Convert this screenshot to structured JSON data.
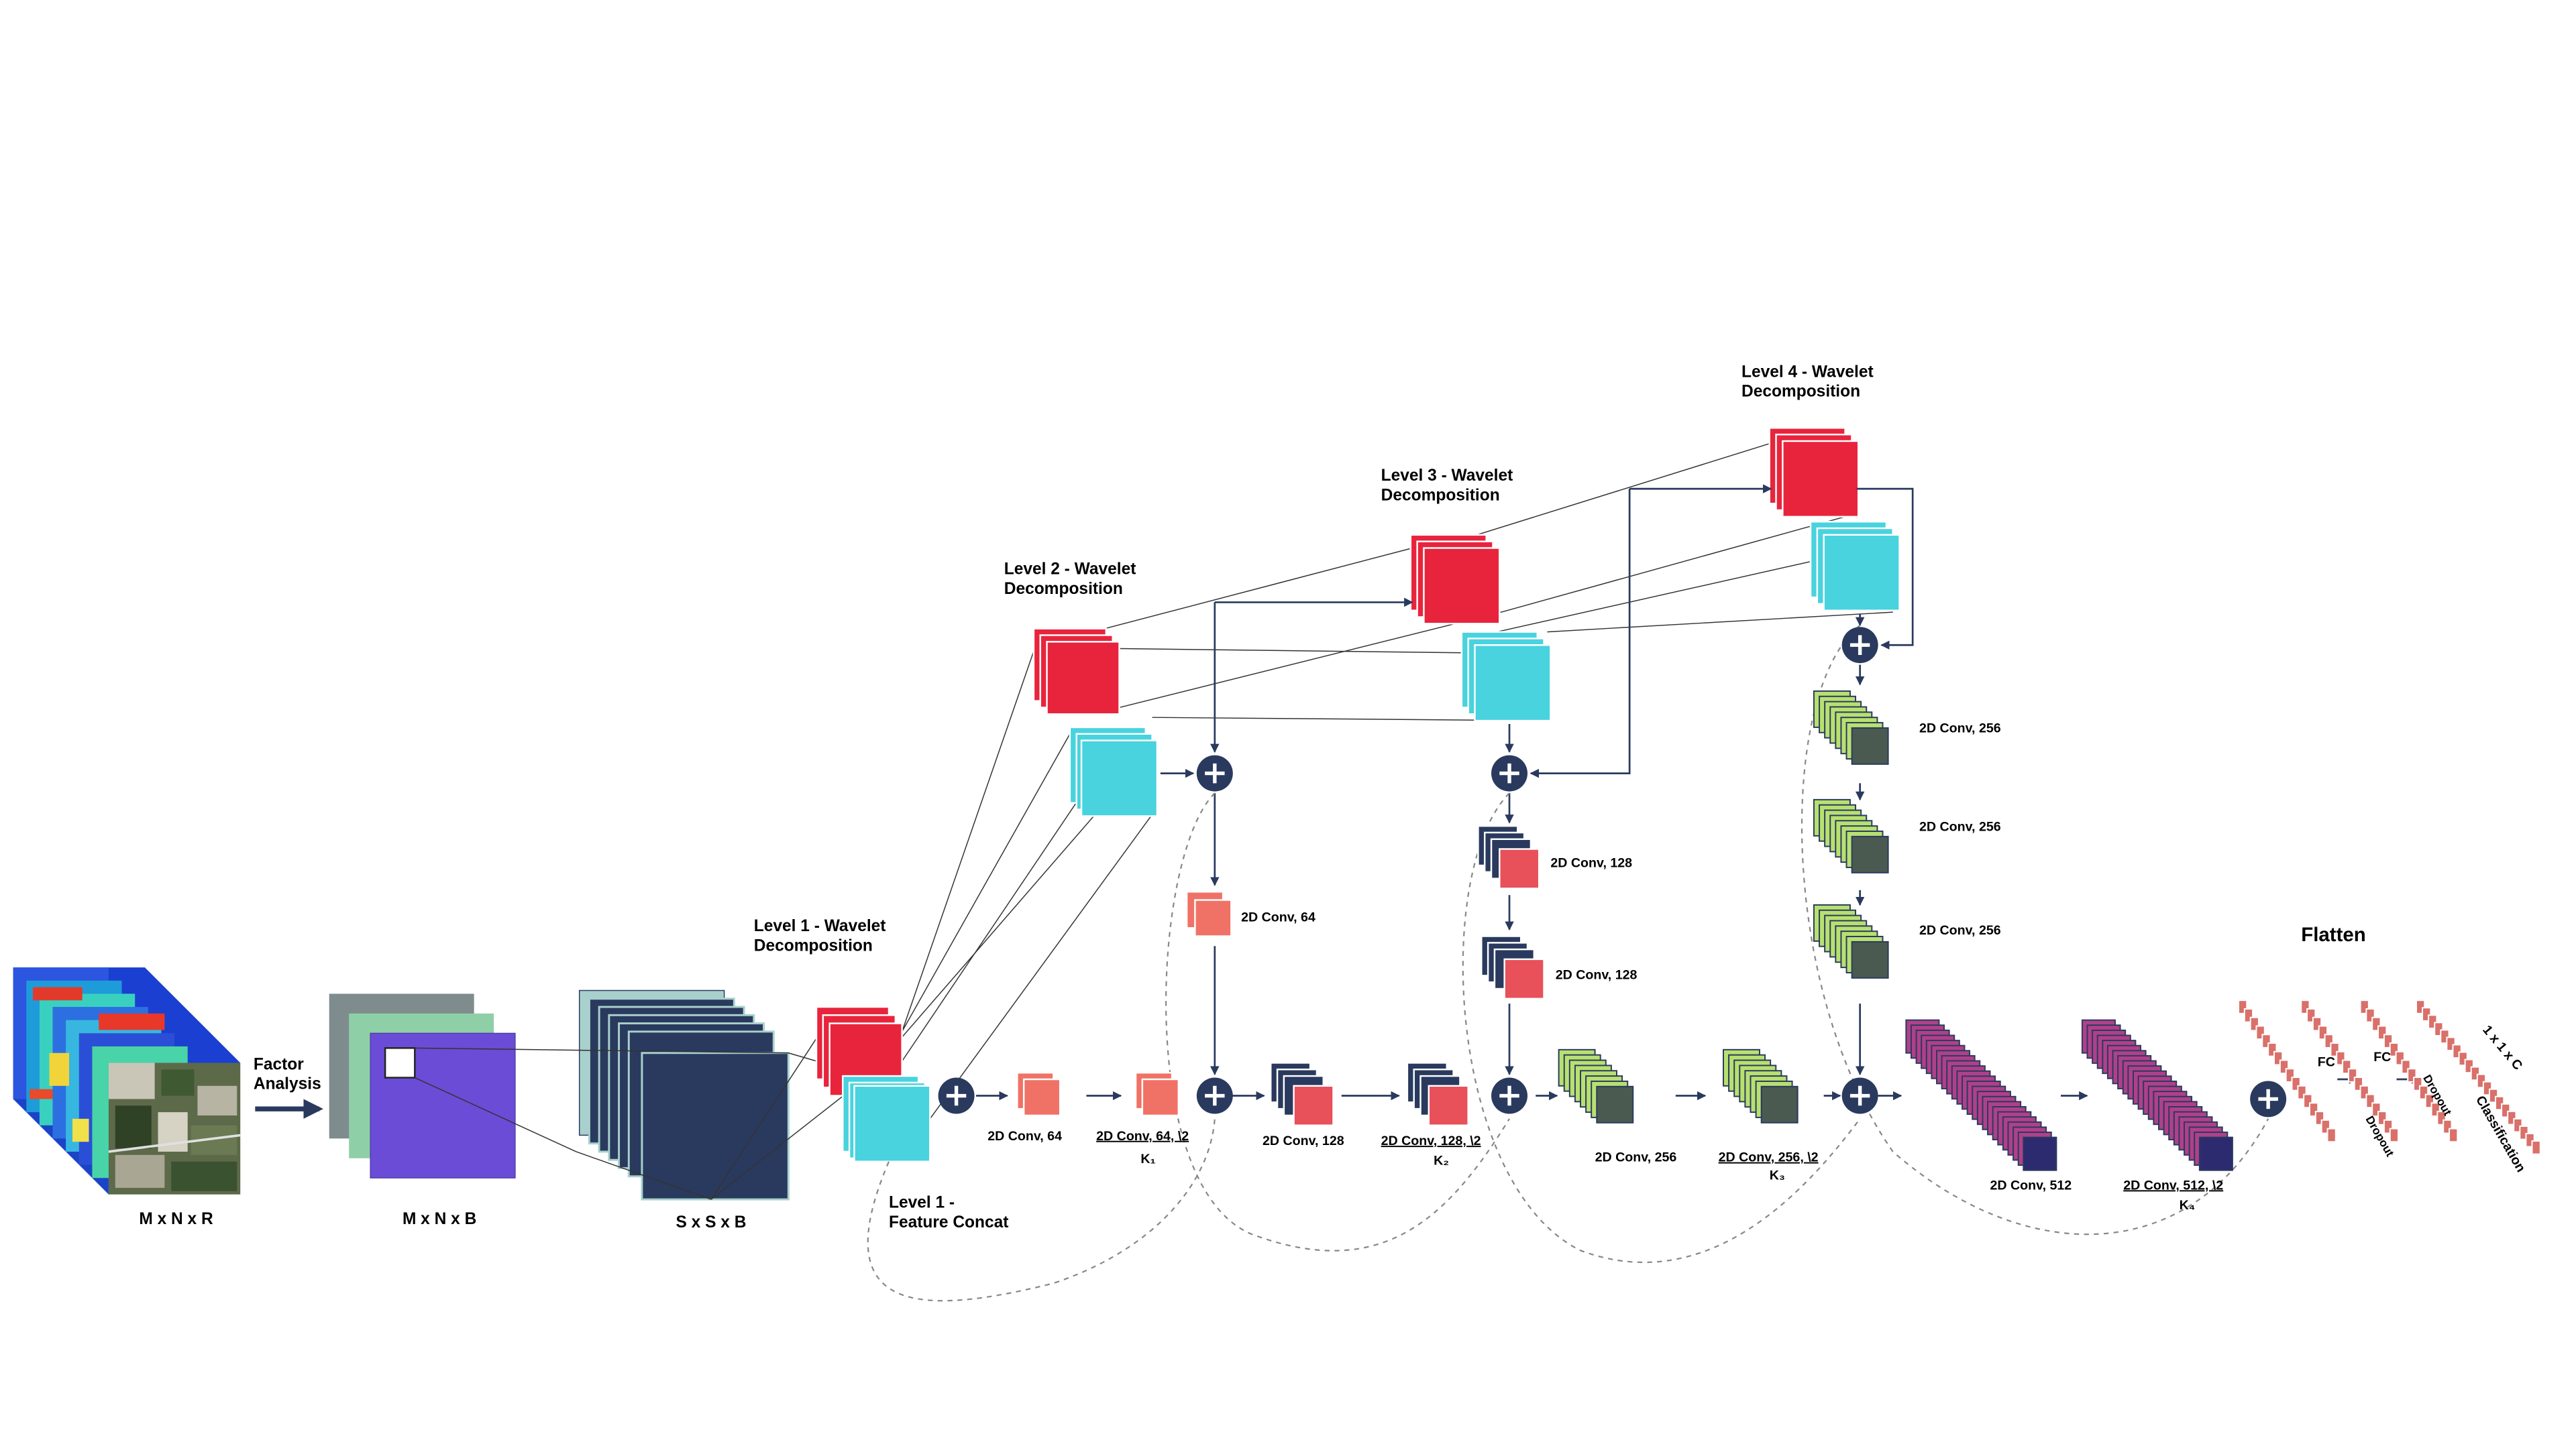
{
  "colors": {
    "wavelet_red": "#e8243c",
    "wavelet_cyan": "#48d3de",
    "navy": "#2a3a5e",
    "conv_salmon": "#f07266",
    "conv_rose": "#e8505a",
    "lime": "#b8e070",
    "olive": "#4a5a50",
    "magenta": "#b0408a",
    "indigo": "#2d2b70",
    "purple": "#6a4cd6",
    "fc_red": "#d9706a",
    "slate": "#3a4a6c"
  },
  "labels": {
    "input_cube": "M x N x R",
    "factor_analysis_1": "Factor",
    "factor_analysis_2": "Analysis",
    "reduced_cube": "M x N x B",
    "patch_stack": "S x S x B",
    "level1_title_1": "Level 1 - Wavelet",
    "level1_title_2": "Decomposition",
    "level2_title_1": "Level 2 - Wavelet",
    "level2_title_2": "Decomposition",
    "level3_title_1": "Level 3 - Wavelet",
    "level3_title_2": "Decomposition",
    "level4_title_1": "Level 4 - Wavelet",
    "level4_title_2": "Decomposition",
    "feature_concat_1": "Level 1 -",
    "feature_concat_2": "Feature Concat",
    "conv_64_a": "2D Conv, 64",
    "conv_64_b": "2D Conv, 64",
    "conv_64_stride": "2D Conv, 64, \\2",
    "k1": "K₁",
    "conv_128_a": "2D Conv, 128",
    "conv_128_b": "2D Conv, 128",
    "conv_128_c": "2D Conv, 128",
    "conv_128_stride": "2D Conv, 128, \\2",
    "k2": "K₂",
    "conv_256_a": "2D Conv, 256",
    "conv_256_b": "2D Conv, 256",
    "conv_256_c": "2D Conv, 256",
    "conv_256_d": "2D Conv, 256",
    "conv_256_stride": "2D Conv, 256, \\2",
    "k3": "K₃",
    "conv_512": "2D Conv, 512",
    "conv_512_stride": "2D Conv, 512, \\2",
    "k4": "K₄",
    "flatten": "Flatten",
    "fc_1": "FC",
    "fc_2": "FC",
    "dropout_1": "Dropout",
    "dropout_2": "Dropout",
    "classification": "Classification",
    "output": "1 x 1 x C"
  },
  "icons": {
    "add_node": "plus-circle-icon"
  }
}
